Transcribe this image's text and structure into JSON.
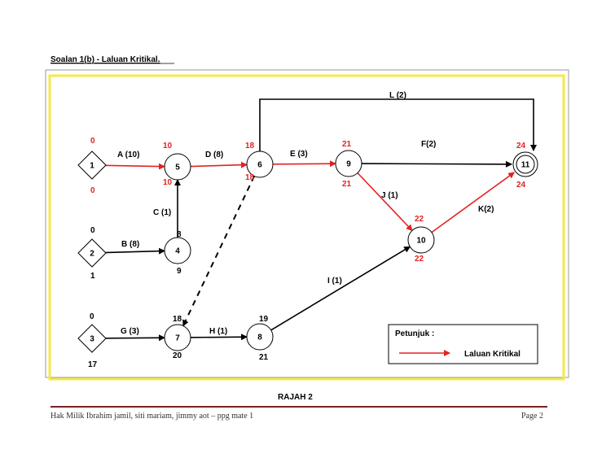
{
  "page": {
    "title": "Soalan 1(b) - Laluan Kritikal.",
    "figure_caption": "RAJAH 2",
    "footer_left": "Hak Milik  Ibrahim jamil, siti mariam, jimmy aot – ppg mate 1",
    "footer_right": "Page 2"
  },
  "colors": {
    "critical": "#e32222",
    "normal": "#000000",
    "frame": "#f5e94a",
    "footer_rule": "#7a1f1f"
  },
  "nodes": [
    {
      "id": "1",
      "shape": "diamond",
      "top": "0",
      "bottom": "0",
      "critical": true
    },
    {
      "id": "2",
      "shape": "diamond",
      "top": "0",
      "bottom": "1",
      "critical": false
    },
    {
      "id": "3",
      "shape": "diamond",
      "top": "0",
      "bottom": "17",
      "critical": false
    },
    {
      "id": "4",
      "shape": "circle",
      "top": "8",
      "bottom": "9",
      "critical": false
    },
    {
      "id": "5",
      "shape": "circle",
      "top": "10",
      "bottom": "10",
      "critical": true
    },
    {
      "id": "6",
      "shape": "circle",
      "top": "18",
      "bottom": "18",
      "critical": true
    },
    {
      "id": "7",
      "shape": "circle",
      "top": "18",
      "bottom": "20",
      "critical": false
    },
    {
      "id": "8",
      "shape": "circle",
      "top": "19",
      "bottom": "21",
      "critical": false
    },
    {
      "id": "9",
      "shape": "circle",
      "top": "21",
      "bottom": "21",
      "critical": true
    },
    {
      "id": "10",
      "shape": "circle",
      "top": "22",
      "bottom": "22",
      "critical": true
    },
    {
      "id": "11",
      "shape": "double-circle",
      "top": "24",
      "bottom": "24",
      "critical": true
    }
  ],
  "activities": [
    {
      "label": "A (10)",
      "from": "1",
      "to": "5",
      "critical": true,
      "dashed": false
    },
    {
      "label": "D (8)",
      "from": "5",
      "to": "6",
      "critical": true,
      "dashed": false
    },
    {
      "label": "E (3)",
      "from": "6",
      "to": "9",
      "critical": true,
      "dashed": false
    },
    {
      "label": "J (1)",
      "from": "9",
      "to": "10",
      "critical": true,
      "dashed": false
    },
    {
      "label": "K(2)",
      "from": "10",
      "to": "11",
      "critical": true,
      "dashed": false
    },
    {
      "label": "F(2)",
      "from": "9",
      "to": "11",
      "critical": false,
      "dashed": false
    },
    {
      "label": "L (2)",
      "from": "6",
      "to": "11",
      "critical": false,
      "dashed": false
    },
    {
      "label": "B (8)",
      "from": "2",
      "to": "4",
      "critical": false,
      "dashed": false
    },
    {
      "label": "C (1)",
      "from": "4",
      "to": "5",
      "critical": false,
      "dashed": false
    },
    {
      "label": "G (3)",
      "from": "3",
      "to": "7",
      "critical": false,
      "dashed": false
    },
    {
      "label": "H (1)",
      "from": "7",
      "to": "8",
      "critical": false,
      "dashed": false
    },
    {
      "label": "I (1)",
      "from": "8",
      "to": "10",
      "critical": false,
      "dashed": false
    },
    {
      "label": "",
      "from": "6",
      "to": "7",
      "critical": false,
      "dashed": true
    }
  ],
  "legend": {
    "title": "Petunjuk :",
    "critical_label": "Laluan Kritikal"
  }
}
